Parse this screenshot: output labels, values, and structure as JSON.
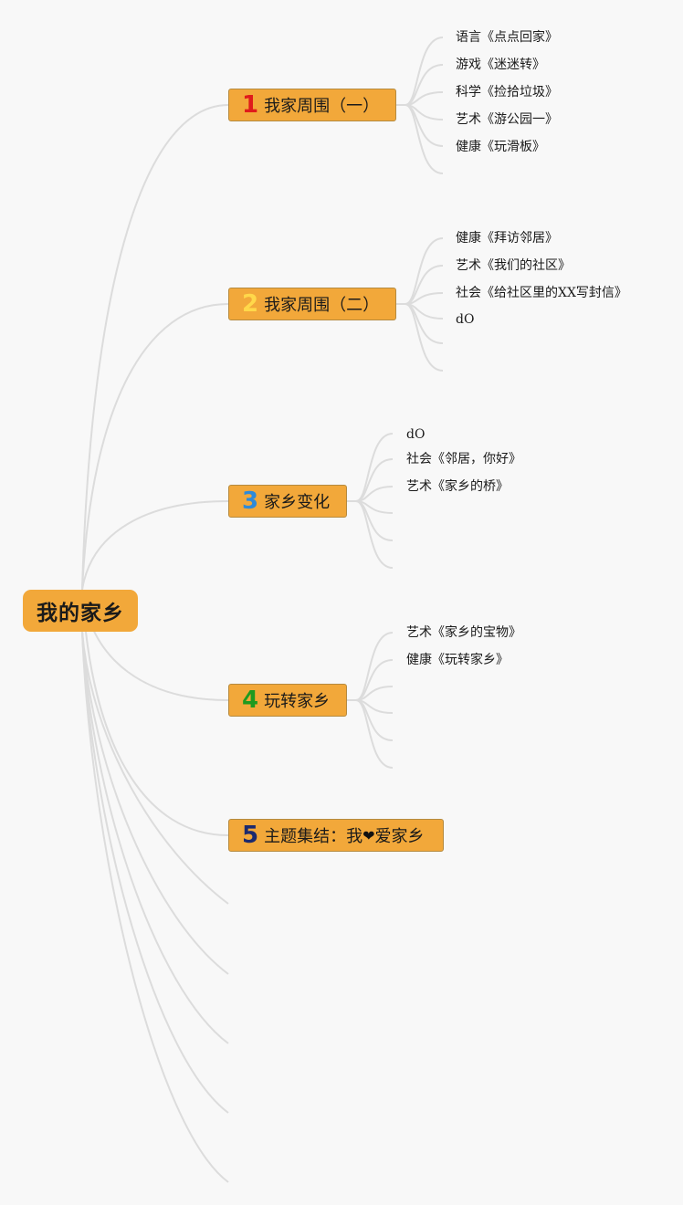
{
  "root": {
    "label": "我的家乡"
  },
  "topics": [
    {
      "number": "1",
      "number_color": "#e01b1b",
      "label": "我家周围（一）",
      "leaves": [
        "语言《点点回家》",
        "游戏《迷迷转》",
        "科学《捡拾垃圾》",
        "艺术《游公园一》",
        "健康《玩滑板》",
        ""
      ]
    },
    {
      "number": "2",
      "number_color": "#ffd84a",
      "label": "我家周围（二）",
      "leaves": [
        "健康《拜访邻居》",
        "艺术《我们的社区》",
        "社会《给社区里的XX写封信》",
        "dO",
        "",
        ""
      ]
    },
    {
      "number": "3",
      "number_color": "#2e8ad8",
      "label": "家乡变化",
      "leaves": [
        "dO",
        "社会《邻居，你好》",
        "艺术《家乡的桥》",
        "",
        "",
        ""
      ]
    },
    {
      "number": "4",
      "number_color": "#1f9a1f",
      "label": "玩转家乡",
      "leaves": [
        "艺术《家乡的宝物》",
        "健康《玩转家乡》",
        "",
        "",
        "",
        ""
      ]
    },
    {
      "number": "5",
      "number_color": "#1c2a6e",
      "label_prefix": "主题集结：我",
      "label_heart": "❤",
      "label_suffix": "爱家乡",
      "leaves": []
    }
  ],
  "empty_branch_count": 5,
  "colors": {
    "node_fill": "#f2a83a",
    "connector": "#dcdcdc",
    "background": "#f8f8f8"
  }
}
